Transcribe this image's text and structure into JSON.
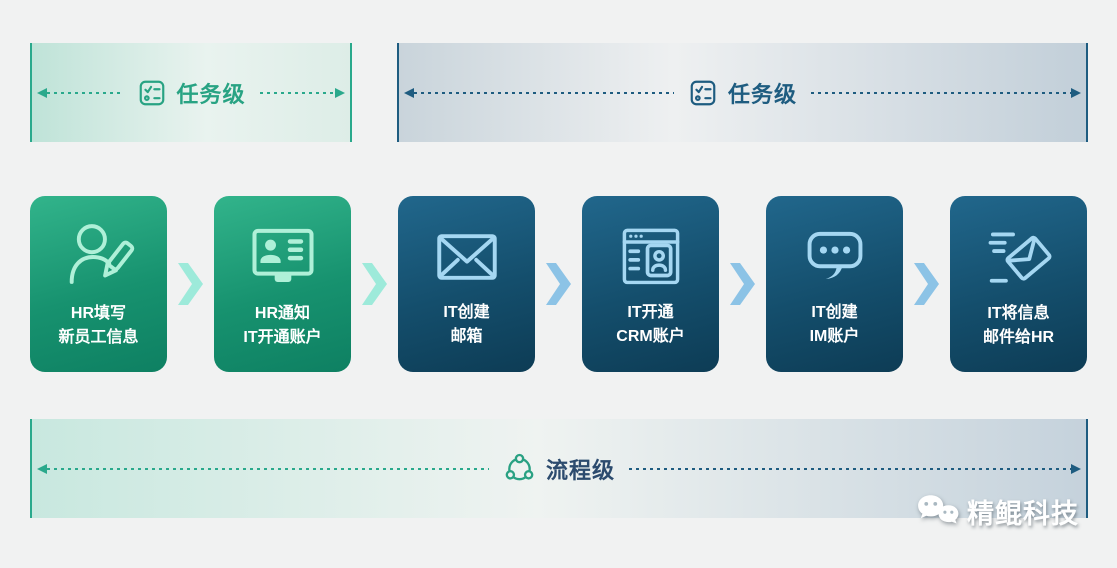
{
  "page": {
    "background_color": "#f1f2f2"
  },
  "top_banners": [
    {
      "label": "任务级",
      "theme": "teal",
      "icon": "checklist-icon",
      "accent_color": "#2aa98c"
    },
    {
      "label": "任务级",
      "theme": "blue",
      "icon": "checklist-icon",
      "accent_color": "#1e5c80"
    }
  ],
  "cards": [
    {
      "theme": "green",
      "icon": "person-edit-icon",
      "lines": [
        "HR填写",
        "新员工信息"
      ]
    },
    {
      "theme": "green",
      "icon": "monitor-id-icon",
      "lines": [
        "HR通知",
        "IT开通账户"
      ]
    },
    {
      "theme": "blue",
      "icon": "envelope-icon",
      "lines": [
        "IT创建",
        "邮箱"
      ]
    },
    {
      "theme": "blue",
      "icon": "crm-window-icon",
      "lines": [
        "IT开通",
        "CRM账户"
      ]
    },
    {
      "theme": "blue",
      "icon": "chat-bubble-icon",
      "lines": [
        "IT创建",
        "IM账户"
      ]
    },
    {
      "theme": "blue",
      "icon": "send-mail-icon",
      "lines": [
        "IT将信息",
        "邮件给HR"
      ]
    }
  ],
  "flow_chevrons": {
    "count": 5,
    "colors": [
      "mint",
      "mint",
      "blue",
      "blue",
      "blue"
    ]
  },
  "bottom_banner": {
    "label": "流程级",
    "icon": "network-icon",
    "icon_color": "#2aa183",
    "text_color": "#2c4b6e",
    "left_accent_color": "#2aa98c",
    "right_accent_color": "#1e5c80"
  },
  "watermark": {
    "label": "精鲲科技",
    "icon": "wechat-icon",
    "color": "#ffffff"
  },
  "palette": {
    "card_green_top": "#32b48b",
    "card_green_bottom": "#0e8062",
    "card_blue_top": "#21678c",
    "card_blue_bottom": "#0d3c55",
    "chevron_mint": "#9deada",
    "chevron_blue": "#8cc3e6",
    "card_icon_mint": "#aff0d8",
    "card_icon_blue": "#a5d7f2"
  }
}
